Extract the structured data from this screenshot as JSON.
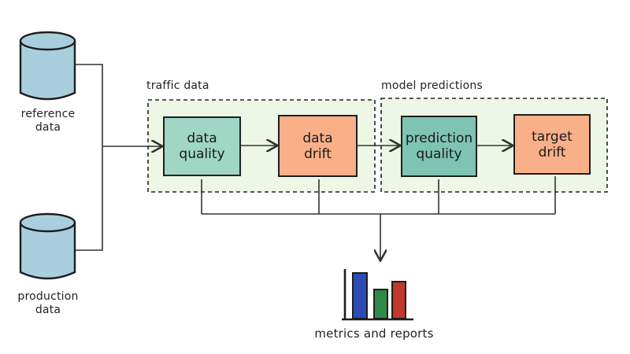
{
  "colors": {
    "cylinder": "#a9cfdf",
    "group_bg": "#eef6e6",
    "quality": "#7fc4b2",
    "quality_light": "#9fd6c4",
    "drift": "#f9b088",
    "bar_blue": "#2e4bb3",
    "bar_green": "#2f8a4a",
    "bar_red": "#c0392b"
  },
  "sources": {
    "reference": {
      "line1": "reference",
      "line2": "data",
      "icon": "database-icon"
    },
    "production": {
      "line1": "production",
      "line2": "data",
      "icon": "database-icon"
    }
  },
  "groups": {
    "traffic": {
      "label": "traffic data"
    },
    "predictions": {
      "label": "model predictions"
    }
  },
  "steps": {
    "data_quality": {
      "line1": "data",
      "line2": "quality"
    },
    "data_drift": {
      "line1": "data",
      "line2": "drift"
    },
    "prediction_quality": {
      "line1": "prediction",
      "line2": "quality"
    },
    "target_drift": {
      "line1": "target",
      "line2": "drift"
    }
  },
  "output": {
    "label": "metrics and reports",
    "icon": "bar-chart-icon"
  }
}
